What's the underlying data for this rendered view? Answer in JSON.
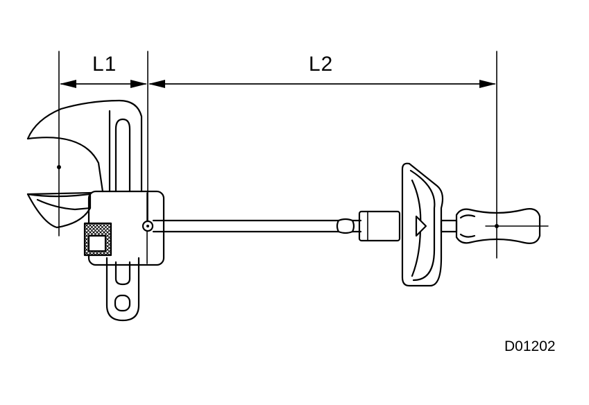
{
  "diagram": {
    "dimension_labels": {
      "l1": "L1",
      "l2": "L2"
    },
    "figure_code": "D01202",
    "colors": {
      "stroke": "#000000",
      "background": "#ffffff"
    },
    "components": [
      "adjustable-wrench",
      "torque-wrench",
      "dimension-l1",
      "dimension-l2"
    ]
  }
}
